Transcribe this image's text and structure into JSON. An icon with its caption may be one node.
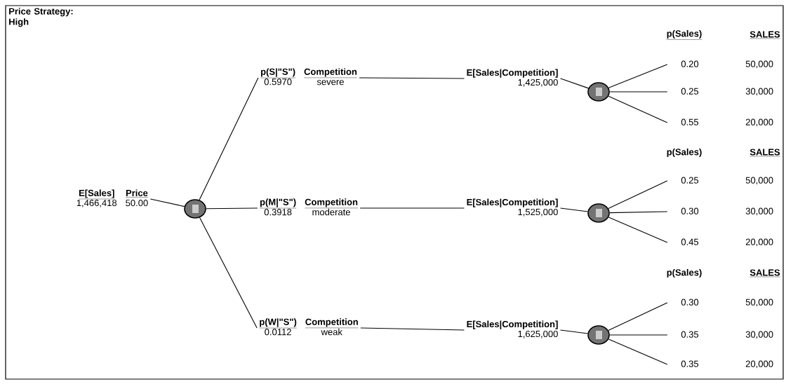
{
  "diagram": {
    "title": "Price Strategy: High",
    "nodes": [
      {
        "text": [
          "E[Sales]",
          "Price",
          "1,466,418",
          "50.00"
        ]
      },
      {
        "text": [],
        "shape": "circle"
      },
      {
        "text": [
          "p(S|\"S\")",
          "Competition",
          "0.5970",
          "severe"
        ]
      },
      {
        "text": [
          "p(M|\"S\")",
          "Competition",
          "0.3918",
          "moderate"
        ]
      },
      {
        "text": [
          "p(W|\"S\")",
          "Competition",
          "0.0112",
          "weak"
        ]
      },
      {
        "text": [
          "E[Sales|Competition]",
          "1,425,000"
        ]
      },
      {
        "text": [
          "E[Sales|Competition]",
          "1,525,000"
        ]
      },
      {
        "text": [
          "E[Sales|Competition]",
          "1,625,000"
        ]
      },
      {
        "text": [],
        "shape": "circle"
      },
      {
        "text": [],
        "shape": "circle"
      },
      {
        "text": [],
        "shape": "circle"
      },
      {
        "text": [
          "0.20",
          "50,000"
        ]
      },
      {
        "text": [
          "0.25",
          "30,000"
        ]
      },
      {
        "text": [
          "0.55",
          "20,000"
        ]
      },
      {
        "text": [
          "0.25",
          "50,000"
        ]
      },
      {
        "text": [
          "0.30",
          "30,000"
        ]
      },
      {
        "text": [
          "0.45",
          "20,000"
        ]
      },
      {
        "text": [
          "0.30",
          "50,000"
        ]
      },
      {
        "text": [
          "0.35",
          "30,000"
        ]
      },
      {
        "text": [
          "0.35",
          "20,000"
        ]
      }
    ],
    "edges": [
      {
        "from": 0,
        "to": 1,
        "arrow": "none"
      },
      {
        "from": 1,
        "to": 2,
        "arrow": "none"
      },
      {
        "from": 1,
        "to": 3,
        "arrow": "none"
      },
      {
        "from": 1,
        "to": 4,
        "arrow": "none"
      },
      {
        "from": 2,
        "to": 5,
        "arrow": "none"
      },
      {
        "from": 3,
        "to": 6,
        "arrow": "none"
      },
      {
        "from": 4,
        "to": 7,
        "arrow": "none"
      },
      {
        "from": 5,
        "to": 8,
        "arrow": "none"
      },
      {
        "from": 6,
        "to": 9,
        "arrow": "none"
      },
      {
        "from": 7,
        "to": 10,
        "arrow": "none"
      },
      {
        "from": 8,
        "to": 11,
        "arrow": "none"
      },
      {
        "from": 8,
        "to": 12,
        "arrow": "none"
      },
      {
        "from": 8,
        "to": 13,
        "arrow": "none"
      },
      {
        "from": 9,
        "to": 14,
        "arrow": "none"
      },
      {
        "from": 9,
        "to": 15,
        "arrow": "none"
      },
      {
        "from": 9,
        "to": 16,
        "arrow": "none"
      },
      {
        "from": 10,
        "to": 17,
        "arrow": "none"
      },
      {
        "from": 10,
        "to": 18,
        "arrow": "none"
      },
      {
        "from": 10,
        "to": 19,
        "arrow": "none"
      }
    ],
    "labels": [
      "p(Sales)",
      "SALES",
      "p(Sales)",
      "SALES",
      "p(Sales)",
      "SALES"
    ]
  }
}
